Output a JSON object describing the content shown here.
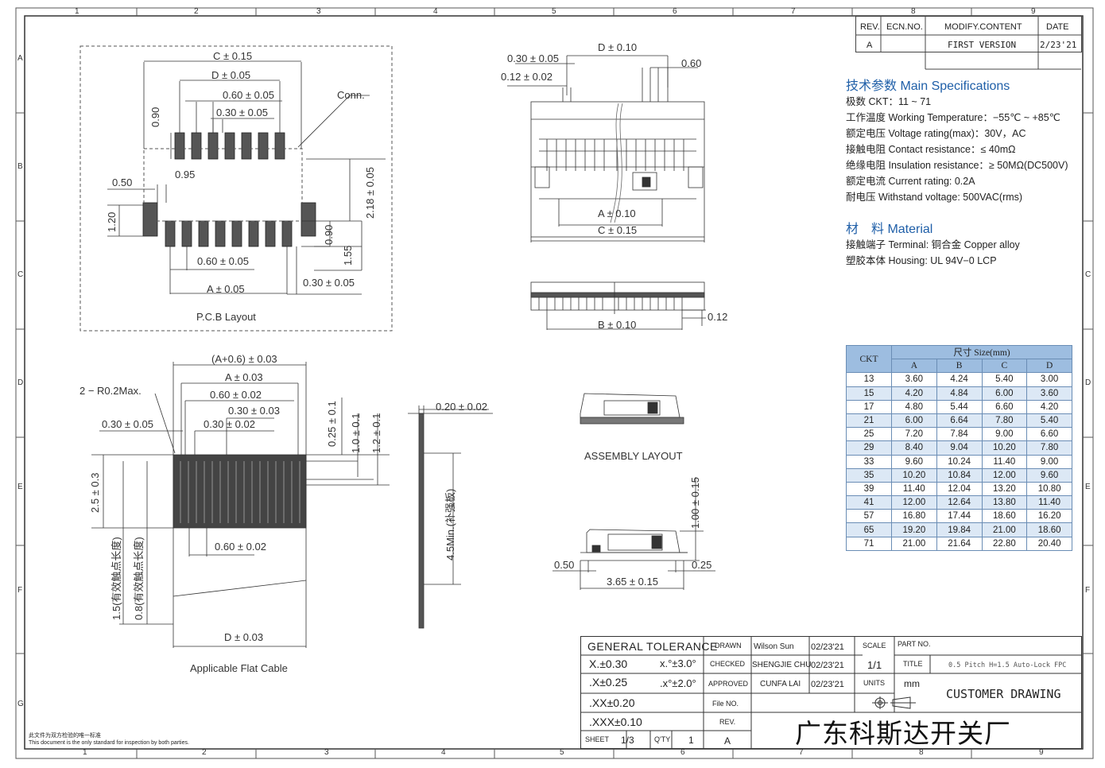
{
  "frame": {
    "columns": [
      "1",
      "2",
      "3",
      "4",
      "5",
      "6",
      "7",
      "8",
      "9"
    ],
    "rows": [
      "A",
      "B",
      "C",
      "D",
      "E",
      "F",
      "G"
    ]
  },
  "revision": {
    "headers": [
      "REV.",
      "ECN.NO.",
      "MODIFY.CONTENT",
      "DATE"
    ],
    "row": [
      "A",
      "",
      "FIRST VERSION",
      "2/23'21"
    ]
  },
  "specs": {
    "title": "技术参数 Main Specifications",
    "lines": [
      "极数 CKT：11 ~ 71",
      "工作温度 Working Temperature：−55℃ ~ +85℃",
      "额定电压 Voltage rating(max)：30V，AC",
      "接触电阻 Contact resistance：≤ 40mΩ",
      "绝缘电阻 Insulation resistance：≥ 50MΩ(DC500V)",
      "额定电流 Current rating: 0.2A",
      "耐电压 Withstand voltage: 500VAC(rms)"
    ],
    "material_title": "材　料 Material",
    "material_lines": [
      "接触端子 Terminal: 铜合金 Copper alloy",
      "塑胶本体 Housing: UL 94V−0 LCP"
    ]
  },
  "size_table": {
    "ckt_label": "CKT",
    "size_label": "尺寸 Size(mm)",
    "cols": [
      "A",
      "B",
      "C",
      "D"
    ],
    "rows": [
      [
        "13",
        "3.60",
        "4.24",
        "5.40",
        "3.00"
      ],
      [
        "15",
        "4.20",
        "4.84",
        "6.00",
        "3.60"
      ],
      [
        "17",
        "4.80",
        "5.44",
        "6.60",
        "4.20"
      ],
      [
        "21",
        "6.00",
        "6.64",
        "7.80",
        "5.40"
      ],
      [
        "25",
        "7.20",
        "7.84",
        "9.00",
        "6.60"
      ],
      [
        "29",
        "8.40",
        "9.04",
        "10.20",
        "7.80"
      ],
      [
        "33",
        "9.60",
        "10.24",
        "11.40",
        "9.00"
      ],
      [
        "35",
        "10.20",
        "10.84",
        "12.00",
        "9.60"
      ],
      [
        "39",
        "11.40",
        "12.04",
        "13.20",
        "10.80"
      ],
      [
        "41",
        "12.00",
        "12.64",
        "13.80",
        "11.40"
      ],
      [
        "57",
        "16.80",
        "17.44",
        "18.60",
        "16.20"
      ],
      [
        "65",
        "19.20",
        "19.84",
        "21.00",
        "18.60"
      ],
      [
        "71",
        "21.00",
        "21.64",
        "22.80",
        "20.40"
      ]
    ]
  },
  "pcb": {
    "c": "C ± 0.15",
    "d": "D ± 0.05",
    "p060": "0.60 ± 0.05",
    "p030": "0.30 ± 0.05",
    "conn": "Conn.",
    "v090": "0.90",
    "v095": "0.95",
    "v050": "0.50",
    "v120": "1.20",
    "v218": "2.18 ± 0.05",
    "v090b": "0.90",
    "v155": "1.55",
    "b060": "0.60 ± 0.05",
    "a": "A ± 0.05",
    "b030": "0.30 ± 0.05",
    "caption": "P.C.B Layout"
  },
  "top_view": {
    "d": "D ± 0.10",
    "p030": "0.30 ± 0.05",
    "p012": "0.12 ± 0.02",
    "p060": "0.60",
    "a": "A ± 0.10",
    "c": "C ± 0.15",
    "b": "B ± 0.10",
    "p012b": "0.12"
  },
  "cable": {
    "a06": "(A+0.6) ± 0.03",
    "a": "A ± 0.03",
    "r": "2 − R0.2Max.",
    "p060": "0.60 ± 0.02",
    "p030a": "0.30 ± 0.03",
    "p030b": "0.30 ± 0.05",
    "p030c": "0.30 ± 0.02",
    "v025": "0.25 ± 0.1",
    "v10": "1.0 ± 0.1",
    "v12": "1.2 ± 0.1",
    "v25": "2.5 ± 0.3",
    "v15": "1.5(有效触点长度)",
    "v08": "0.8(有效触点长度)",
    "b060": "0.60 ± 0.02",
    "d": "D ± 0.03",
    "caption": "Applicable Flat Cable",
    "t020": "0.20 ± 0.02",
    "t45": "4.5Min.(补强板)"
  },
  "assembly": {
    "caption": "ASSEMBLY LAYOUT",
    "h100": "1.00 ± 0.15",
    "p050": "0.50",
    "p025": "0.25",
    "w365": "3.65 ± 0.15"
  },
  "title_block": {
    "general_tolerance": "GENERAL TOLERANCE",
    "tol": [
      "X.±0.30",
      ".X±0.25",
      ".XX±0.20",
      ".XXX±0.10"
    ],
    "ang1": "x.°±3.0°",
    "ang2": ".x°±2.0°",
    "drawn_label": "DRAWN",
    "drawn": "Wilson Sun",
    "drawn_date": "02/23'21",
    "checked_label": "CHECKED",
    "checked": "SHENGJIE CHU",
    "checked_date": "02/23'21",
    "approved_label": "APPROVED",
    "approved": "CUNFA LAI",
    "approved_date": "02/23'21",
    "file_label": "File NO.",
    "rev_label": "REV.",
    "rev": "A",
    "scale_label": "SCALE",
    "scale": "1/1",
    "units_label": "UNITS",
    "units": "mm",
    "part_label": "PART NO.",
    "title_label": "TITLE",
    "title": "0.5 Pitch H=1.5 Auto-Lock FPC",
    "customer": "CUSTOMER DRAWING",
    "sheet_label": "SHEET",
    "sheet": "1/3",
    "qty_label": "Q'TY",
    "qty": "1",
    "company": "广东科斯达开关厂"
  },
  "footer_note": {
    "cn": "此文件为双方检验的唯一标准",
    "en": "This document is the only standard for inspection by both parties."
  }
}
